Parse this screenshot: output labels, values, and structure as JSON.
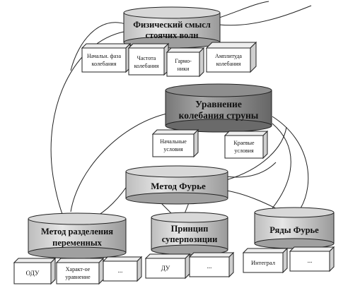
{
  "cylinders": {
    "physical": {
      "line1": "Физический смысл",
      "line2": "стоячих волн"
    },
    "equation": {
      "line1": "Уравнение",
      "line2": "колебания струны"
    },
    "fourier": {
      "line1": "Метод Фурье"
    },
    "separation": {
      "line1": "Метод разделения",
      "line2": "переменных"
    },
    "superposition": {
      "line1": "Принцип",
      "line2": "суперпозиции"
    },
    "series": {
      "line1": "Ряды Фурье"
    }
  },
  "boxes": {
    "phase": {
      "line1": "Начальн. фаза",
      "line2": "колебания"
    },
    "frequency": {
      "line1": "Частота",
      "line2": "колебания"
    },
    "harmonics": {
      "line1": "Гармо-",
      "line2": "ники"
    },
    "amplitude": {
      "line1": "Амплитуда",
      "line2": "колебания"
    },
    "initial": {
      "line1": "Начальные",
      "line2": "условия"
    },
    "boundary": {
      "line1": "Краевые",
      "line2": "условия"
    },
    "ode": {
      "line1": "ОДУ"
    },
    "characteristic": {
      "line1": "Характ-ое",
      "line2": "уравнение"
    },
    "sep_more": {
      "line1": "..."
    },
    "de": {
      "line1": "ДУ"
    },
    "sup_more": {
      "line1": "..."
    },
    "integral": {
      "line1": "Интеграл"
    },
    "ser_more": {
      "line1": "..."
    }
  }
}
